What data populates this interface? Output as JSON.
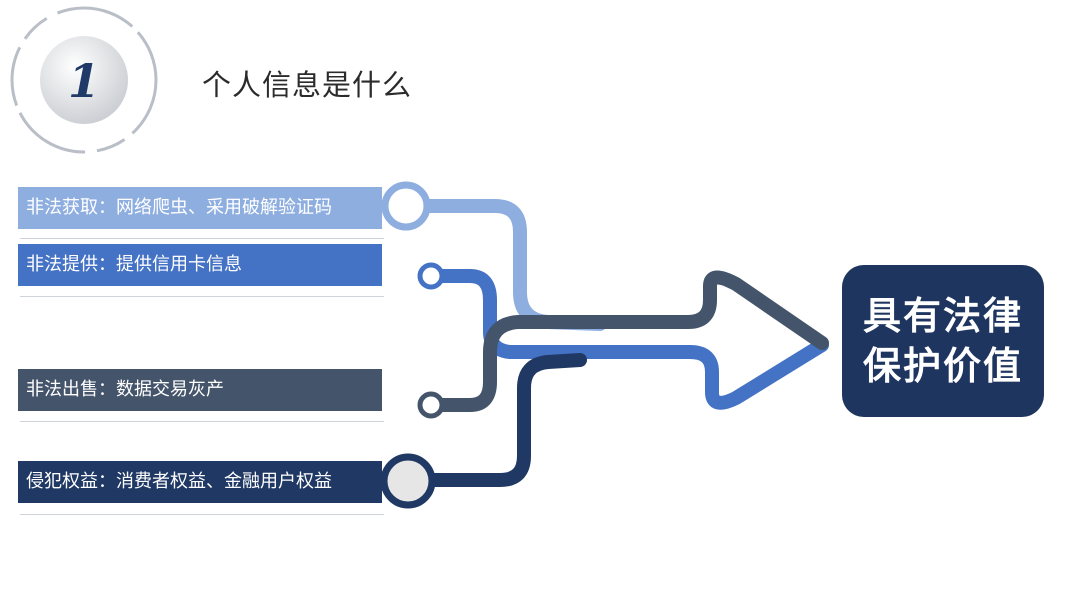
{
  "section": {
    "number": "1",
    "title": "个人信息是什么"
  },
  "items": [
    {
      "label": "非法获取：网络爬虫、采用破解验证码",
      "color": "#8eaee0"
    },
    {
      "label": "非法提供：提供信用卡信息",
      "color": "#4472c4"
    },
    {
      "label": "非法出售：数据交易灰产",
      "color": "#44546a"
    },
    {
      "label": "侵犯权益：消费者权益、金融用户权益",
      "color": "#1f3864"
    }
  ],
  "result": {
    "line1": "具有法律",
    "line2": "保护价值",
    "color": "#1e3560"
  }
}
